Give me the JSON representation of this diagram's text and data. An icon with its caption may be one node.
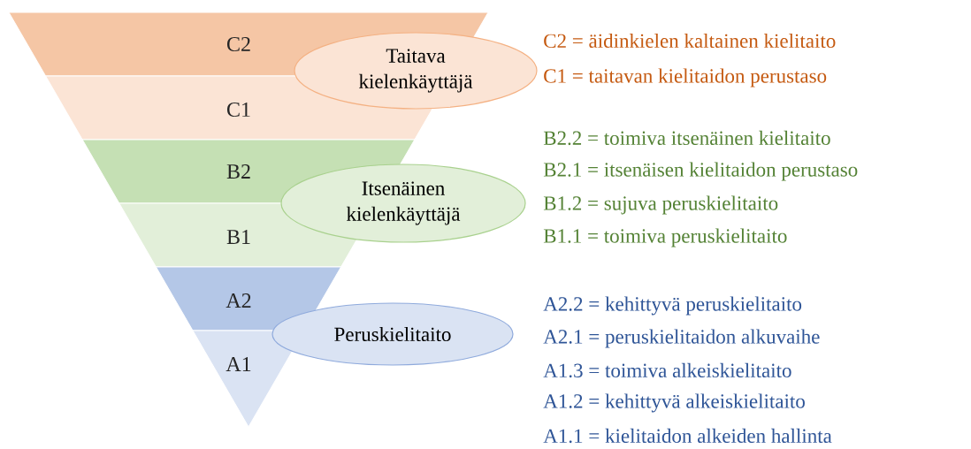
{
  "diagram": {
    "nodes": [
      {
        "text": [
          "C2"
        ]
      },
      {
        "text": [
          "C1"
        ]
      },
      {
        "text": [
          "B2"
        ]
      },
      {
        "text": [
          "B1"
        ]
      },
      {
        "text": [
          "A2"
        ]
      },
      {
        "text": [
          "A1"
        ]
      },
      {
        "text": [
          "Taitava kielenkäyttäjä"
        ]
      },
      {
        "text": [
          "Itsenäinen kielenkäyttäjä"
        ]
      },
      {
        "text": [
          "Peruskielitaito"
        ]
      }
    ],
    "labels": [
      "C2 = äidinkielen kaltainen kielitaito",
      "C1 = taitavan kielitaidon perustaso",
      "B2.2 = toimiva itsenäinen kielitaito",
      "B2.1 = itsenäisen kielitaidon perustaso",
      "B1.2 = sujuva peruskielitaito",
      "B1.1 = toimiva peruskielitaito",
      "A2.2 = kehittyvä peruskielitaito",
      "A2.1 = peruskielitaidon alkuvaihe",
      "A1.3 = toimiva alkeiskielitaito",
      "A1.2 = kehittyvä alkeiskielitaito",
      "A1.1 = kielitaidon alkeiden hallinta"
    ]
  }
}
